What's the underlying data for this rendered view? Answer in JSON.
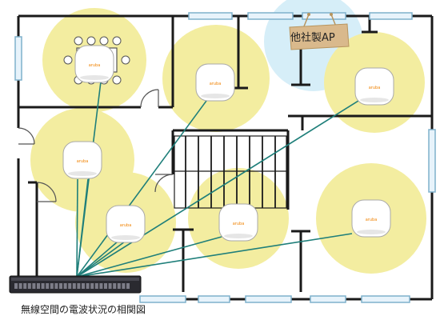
{
  "caption": "無線空間の電波状況の相関図",
  "external_ap": {
    "label": "他社製AP"
  },
  "ap_brand": "aruba",
  "colors": {
    "coverage": "#f3eda0",
    "external_coverage": "#d6eef8",
    "link": "#1f7f7a",
    "wall": "#1a1a1a",
    "window_frame": "#7fb1cc",
    "window_fill": "#e7f3fb",
    "switch_body": "#2a2a30",
    "sign": "#d9b98c"
  },
  "icons": {
    "access_point": "aruba-access-point-icon",
    "switch": "network-switch-icon",
    "external_ap_sign": "hanging-sign-icon",
    "table": "conference-table-icon",
    "stairs": "staircase-icon"
  },
  "access_points": [
    {
      "id": "ap-meeting-room",
      "location": "meeting room"
    },
    {
      "id": "ap-top-center",
      "location": "upper center room"
    },
    {
      "id": "ap-top-right",
      "location": "upper right room"
    },
    {
      "id": "ap-left-middle",
      "location": "left hall"
    },
    {
      "id": "ap-center-lower-left",
      "location": "lower left room"
    },
    {
      "id": "ap-center-lower",
      "location": "lower center room"
    },
    {
      "id": "ap-right-lower",
      "location": "lower right room"
    }
  ]
}
